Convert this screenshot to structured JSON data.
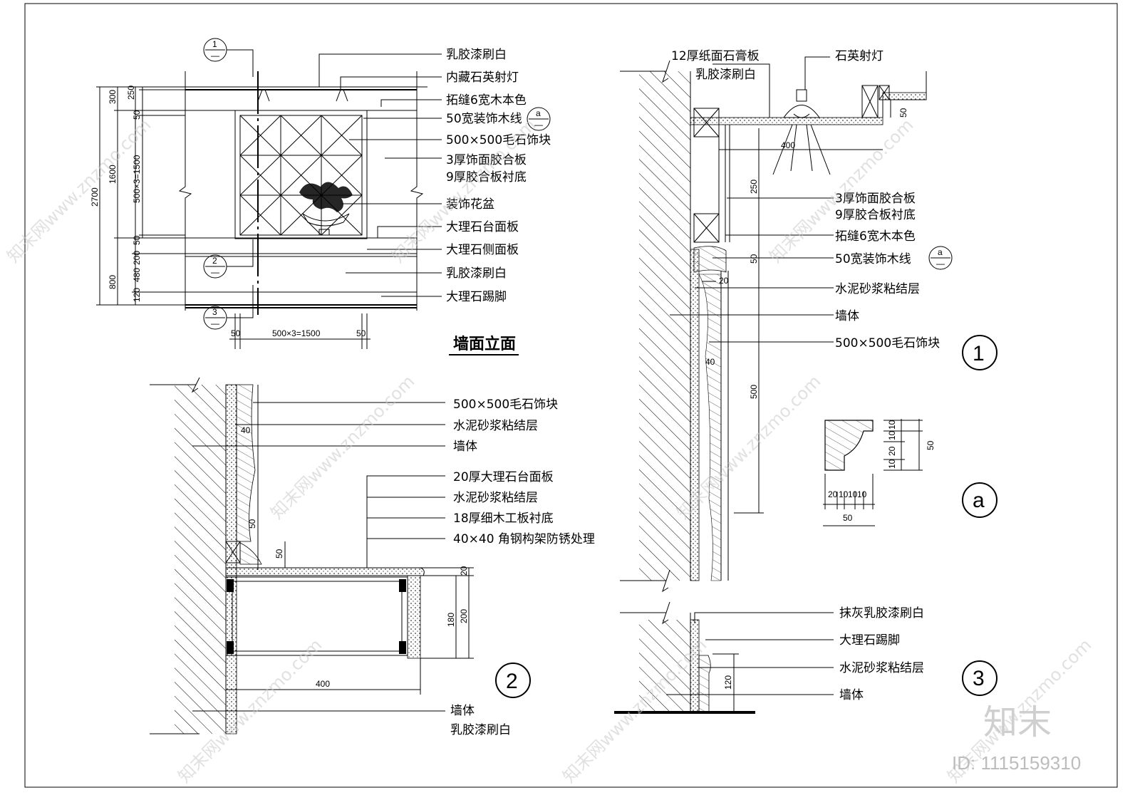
{
  "elevation": {
    "title": "墙面立面",
    "labels": [
      "乳胶漆刷白",
      "内藏石英射灯",
      "拓缝6宽木本色",
      "50宽装饰木线",
      "500×500毛石饰块",
      "3厚饰面胶合板",
      "9厚胶合板衬底",
      "装饰花盆",
      "大理石台面板",
      "大理石侧面板",
      "乳胶漆刷白",
      "大理石踢脚"
    ],
    "dims_left": [
      "300",
      "1600",
      "800",
      "2700",
      "250",
      "50",
      "500×3=1500",
      "50",
      "200",
      "480",
      "120"
    ],
    "dims_bottom": [
      "50",
      "500×3=1500",
      "50"
    ],
    "markers": [
      {
        "top": "1",
        "bot": "—"
      },
      {
        "top": "2",
        "bot": "—"
      },
      {
        "top": "3",
        "bot": "—"
      },
      {
        "top": "a",
        "bot": "—"
      }
    ]
  },
  "section2": {
    "number": "2",
    "labels": [
      "500×500毛石饰块",
      "水泥砂浆粘结层",
      "墙体",
      "20厚大理石台面板",
      "水泥砂浆粘结层",
      "18厚细木工板衬底",
      "40×40 角钢构架防锈处理",
      "墙体",
      "乳胶漆刷白"
    ],
    "dims": [
      "40",
      "50",
      "50",
      "20",
      "180",
      "200",
      "400"
    ]
  },
  "section1": {
    "number": "1",
    "labels": [
      "12厚纸面石膏板",
      "乳胶漆刷白",
      "石英射灯",
      "3厚饰面胶合板",
      "9厚胶合板衬底",
      "拓缝6宽木本色",
      "50宽装饰木线",
      "水泥砂浆粘结层",
      "墙体",
      "500×500毛石饰块"
    ],
    "dims": [
      "400",
      "50",
      "250",
      "50",
      "20",
      "40",
      "500"
    ]
  },
  "detail_a": {
    "number": "a",
    "dims_right": [
      "10",
      "10",
      "20",
      "10",
      "50"
    ],
    "dims_bottom": [
      "20",
      "10",
      "10",
      "10",
      "50"
    ]
  },
  "section3": {
    "number": "3",
    "labels": [
      "抹灰乳胶漆刷白",
      "大理石踢脚",
      "水泥砂浆粘结层",
      "墙体"
    ],
    "dims": [
      "120"
    ]
  },
  "watermark": {
    "text": "知末网www.znzmo.com",
    "brand": "知末",
    "id": "ID: 1115159310"
  }
}
